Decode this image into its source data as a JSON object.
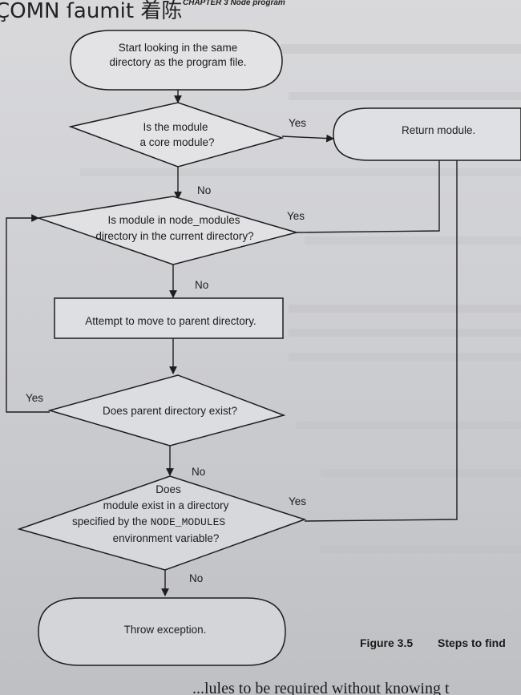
{
  "header": {
    "handwriting": "ÇOMN ſaumit 着陈",
    "running_head": "CHAPTER 3  Node program"
  },
  "flowchart": {
    "start": [
      "Start looking in the same",
      "directory as the program file."
    ],
    "core_decision": [
      "Is the module",
      "a core module?"
    ],
    "node_modules_decision": [
      "Is module in node_modules",
      "directory in the current directory?"
    ],
    "move_parent": "Attempt to move to parent directory.",
    "parent_exists_decision": "Does parent directory exist?",
    "env_decision": {
      "line1": "Does",
      "line2": "module exist in a directory",
      "line3_prefix": "specified by the ",
      "line3_code": "NODE_MODULES",
      "line4": "environment variable?"
    },
    "return_module": "Return module.",
    "throw_exception": "Throw exception.",
    "labels": {
      "yes": "Yes",
      "no": "No"
    }
  },
  "caption": {
    "figure_number": "Figure 3.5",
    "figure_text": "Steps to find"
  },
  "bottom_text": "...lules to be required without knowing t"
}
